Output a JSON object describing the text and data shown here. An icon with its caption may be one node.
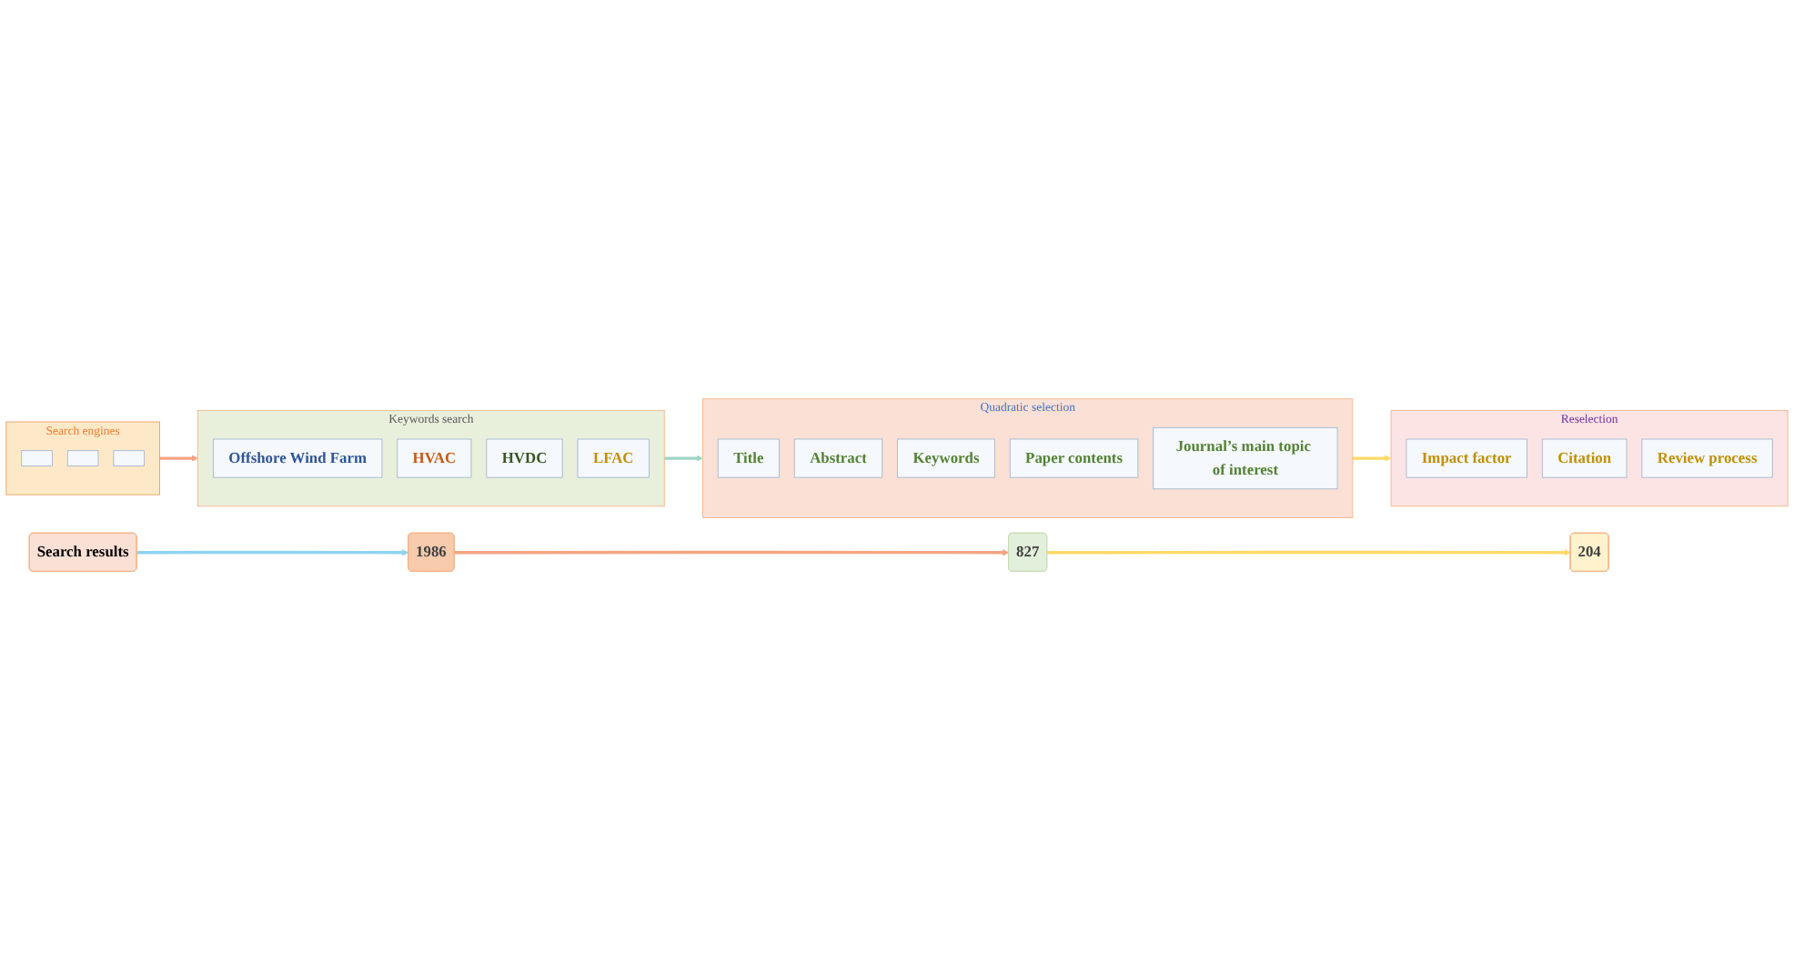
{
  "diagram": {
    "nodes": [
      {
        "text": [
          "Search engines"
        ]
      },
      {
        "text": [],
        "shape": "box",
        "in": 0
      },
      {
        "text": [],
        "shape": "box",
        "in": 0
      },
      {
        "text": [],
        "shape": "box",
        "in": 0
      },
      {
        "text": [
          "Keywords search"
        ]
      },
      {
        "text": [
          "Offshore Wind Farm"
        ],
        "in": 4
      },
      {
        "text": [
          "HVAC"
        ],
        "in": 4
      },
      {
        "text": [
          "HVDC"
        ],
        "in": 4
      },
      {
        "text": [
          "LFAC"
        ],
        "in": 4
      },
      {
        "text": [
          "Quadratic selection"
        ]
      },
      {
        "text": [
          "Title"
        ],
        "in": 9
      },
      {
        "text": [
          "Abstract"
        ],
        "in": 9
      },
      {
        "text": [
          "Keywords"
        ],
        "in": 9
      },
      {
        "text": [
          "Paper contents"
        ],
        "in": 9
      },
      {
        "text": [
          "Journal’s main topic of interest"
        ],
        "in": 9
      },
      {
        "text": [
          "Reselection"
        ]
      },
      {
        "text": [
          "Impact factor"
        ],
        "in": 15
      },
      {
        "text": [
          "Citation"
        ],
        "in": 15
      },
      {
        "text": [
          "Review process"
        ],
        "in": 15
      },
      {
        "text": [
          "Search results"
        ]
      },
      {
        "text": [
          "1986"
        ]
      },
      {
        "text": [
          "827"
        ]
      },
      {
        "text": [
          "204"
        ]
      }
    ],
    "edges": [
      {
        "from": 0,
        "to": 4,
        "arrow": "to",
        "color": "#f4a582"
      },
      {
        "from": 4,
        "to": 9,
        "arrow": "to",
        "color": "#9fd4c4"
      },
      {
        "from": 9,
        "to": 15,
        "arrow": "to",
        "color": "#ffd966"
      },
      {
        "from": 19,
        "to": 20,
        "arrow": "to",
        "color": "#8fd3f0"
      },
      {
        "from": 20,
        "to": 21,
        "arrow": "to",
        "color": "#f4a582"
      },
      {
        "from": 21,
        "to": 22,
        "arrow": "to",
        "color": "#ffd966"
      }
    ]
  }
}
